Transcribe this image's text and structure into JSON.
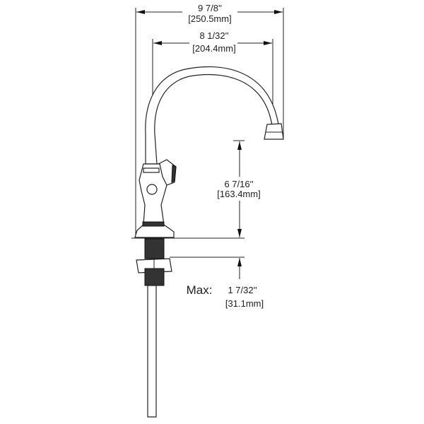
{
  "diagram": {
    "subject": "faucet",
    "dimensions": {
      "overall_width": {
        "imperial": "9 7/8''",
        "metric": "[250.5mm]"
      },
      "spout_reach": {
        "imperial": "8 1/32''",
        "metric": "[204.4mm]"
      },
      "spout_height": {
        "imperial": "6 7/16''",
        "metric": "[163.4mm]"
      },
      "max_deck_thickness": {
        "prefix": "Max:",
        "imperial": "1 7/32''",
        "metric": "[31.1mm]"
      }
    }
  }
}
